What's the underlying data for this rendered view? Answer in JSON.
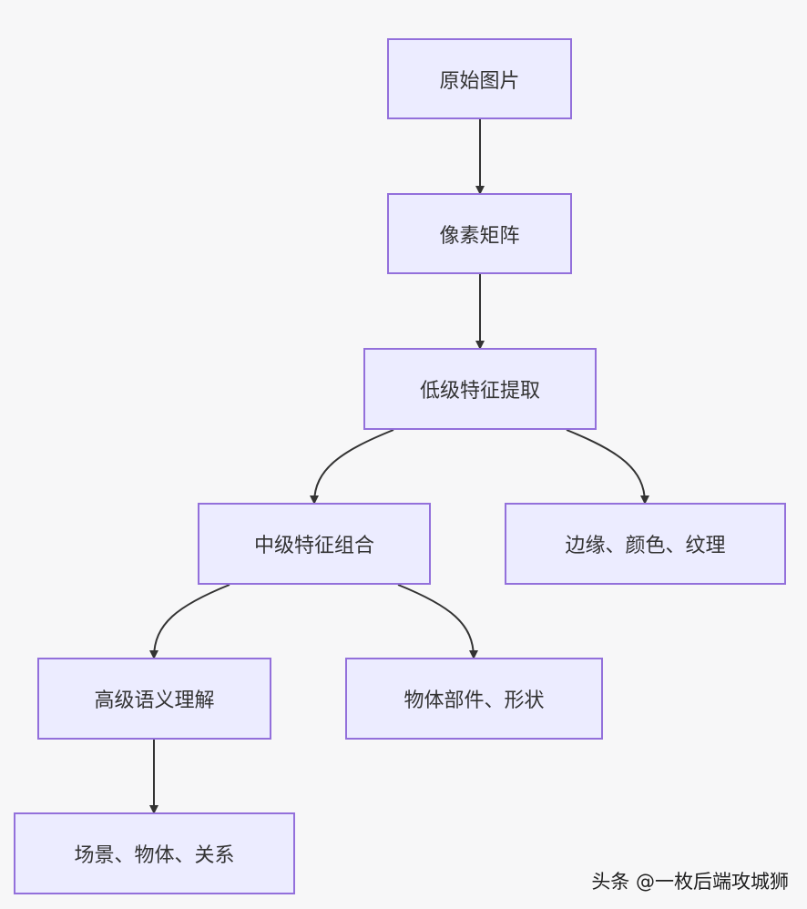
{
  "diagram": {
    "nodes": {
      "raw_image": "原始图片",
      "pixel_matrix": "像素矩阵",
      "low_level": "低级特征提取",
      "mid_level": "中级特征组合",
      "edges_colors": "边缘、颜色、纹理",
      "high_level": "高级语义理解",
      "object_parts": "物体部件、形状",
      "scene": "场景、物体、关系"
    },
    "edges": [
      [
        "raw_image",
        "pixel_matrix"
      ],
      [
        "pixel_matrix",
        "low_level"
      ],
      [
        "low_level",
        "mid_level"
      ],
      [
        "low_level",
        "edges_colors"
      ],
      [
        "mid_level",
        "high_level"
      ],
      [
        "mid_level",
        "object_parts"
      ],
      [
        "high_level",
        "scene"
      ]
    ],
    "colors": {
      "node_fill": "#ECECFF",
      "node_border": "#9370DB",
      "edge": "#333333",
      "background": "#F7F7F8"
    }
  },
  "watermark": "头条 @一枚后端攻城狮"
}
